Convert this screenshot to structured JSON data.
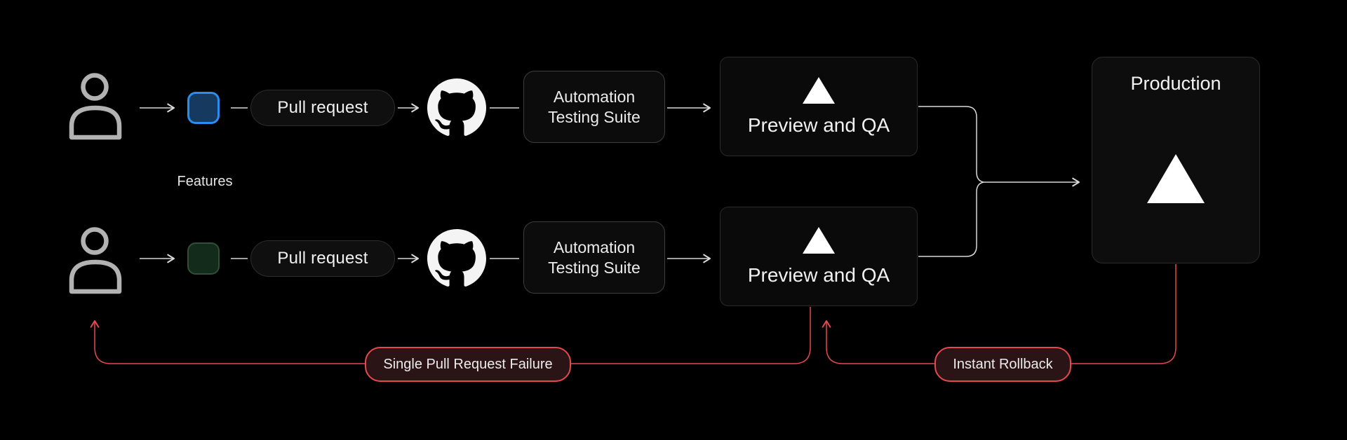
{
  "diagram": {
    "title_semantic": "ci-cd-pipeline-diagram",
    "background_color": "#000000",
    "wire_color": "#d9d9d9",
    "features_label": "Features",
    "rows": [
      {
        "name": "feature-branch-top",
        "branch_border_color": "#2b8df0",
        "branch_fill_color": "#16395f",
        "pull_request_label": "Pull request",
        "automation_line1": "Automation",
        "automation_line2": "Testing Suite",
        "preview_label": "Preview and QA"
      },
      {
        "name": "feature-branch-bottom",
        "branch_border_color": "#2f4f38",
        "branch_fill_color": "#132b1b",
        "pull_request_label": "Pull request",
        "automation_line1": "Automation",
        "automation_line2": "Testing Suite",
        "preview_label": "Preview and QA"
      }
    ],
    "production_label": "Production",
    "callouts": {
      "color": "#e5484d",
      "failure_label": "Single Pull Request Failure",
      "rollback_label": "Instant Rollback"
    },
    "icons": {
      "person": "person-icon",
      "github": "github-icon",
      "deploy_triangle": "vercel-triangle-icon"
    }
  }
}
